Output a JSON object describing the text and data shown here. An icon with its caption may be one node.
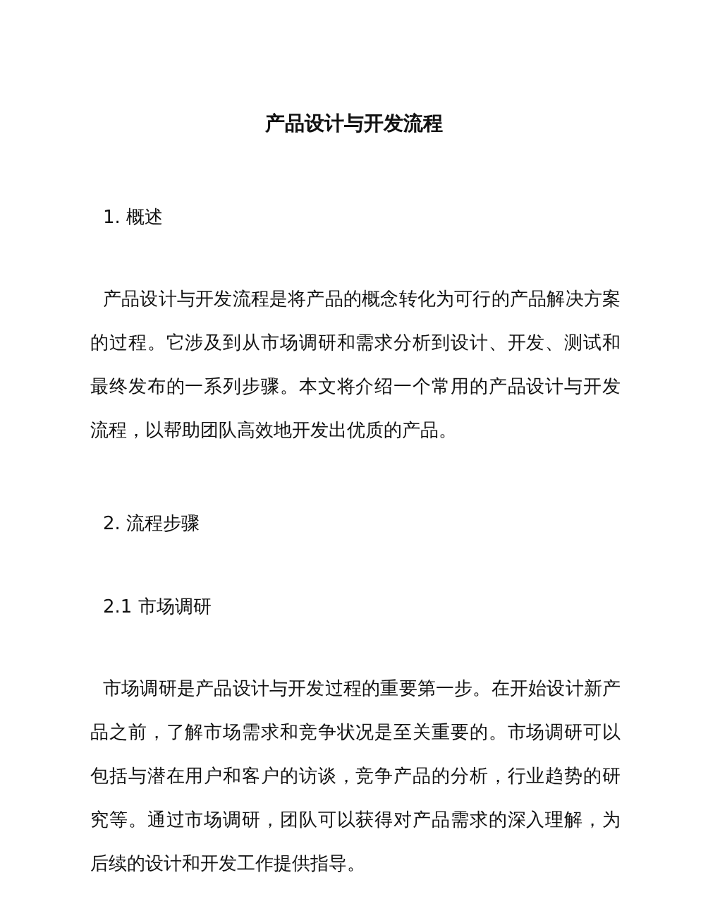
{
  "diagram": {
    "title": "产品设计与开发流程",
    "labels": [
      "1. 概述",
      "产品设计与开发流程是将产品的概念转化为可行的产品解决方案的过程。它涉及到从市场调研和需求分析到设计、开发、测试和最终发布的一系列步骤。本文将介绍一个常用的产品设计与开发流程，以帮助团队高效地开发出优质的产品。",
      "2. 流程步骤",
      "2.1 市场调研",
      "市场调研是产品设计与开发过程的重要第一步。在开始设计新产品之前，了解市场需求和竞争状况是至关重要的。市场调研可以包括与潜在用户和客户的访谈，竞争产品的分析，行业趋势的研究等。通过市场调研，团队可以获得对产品需求的深入理解，为后续的设计和开发工作提供指导。"
    ]
  }
}
